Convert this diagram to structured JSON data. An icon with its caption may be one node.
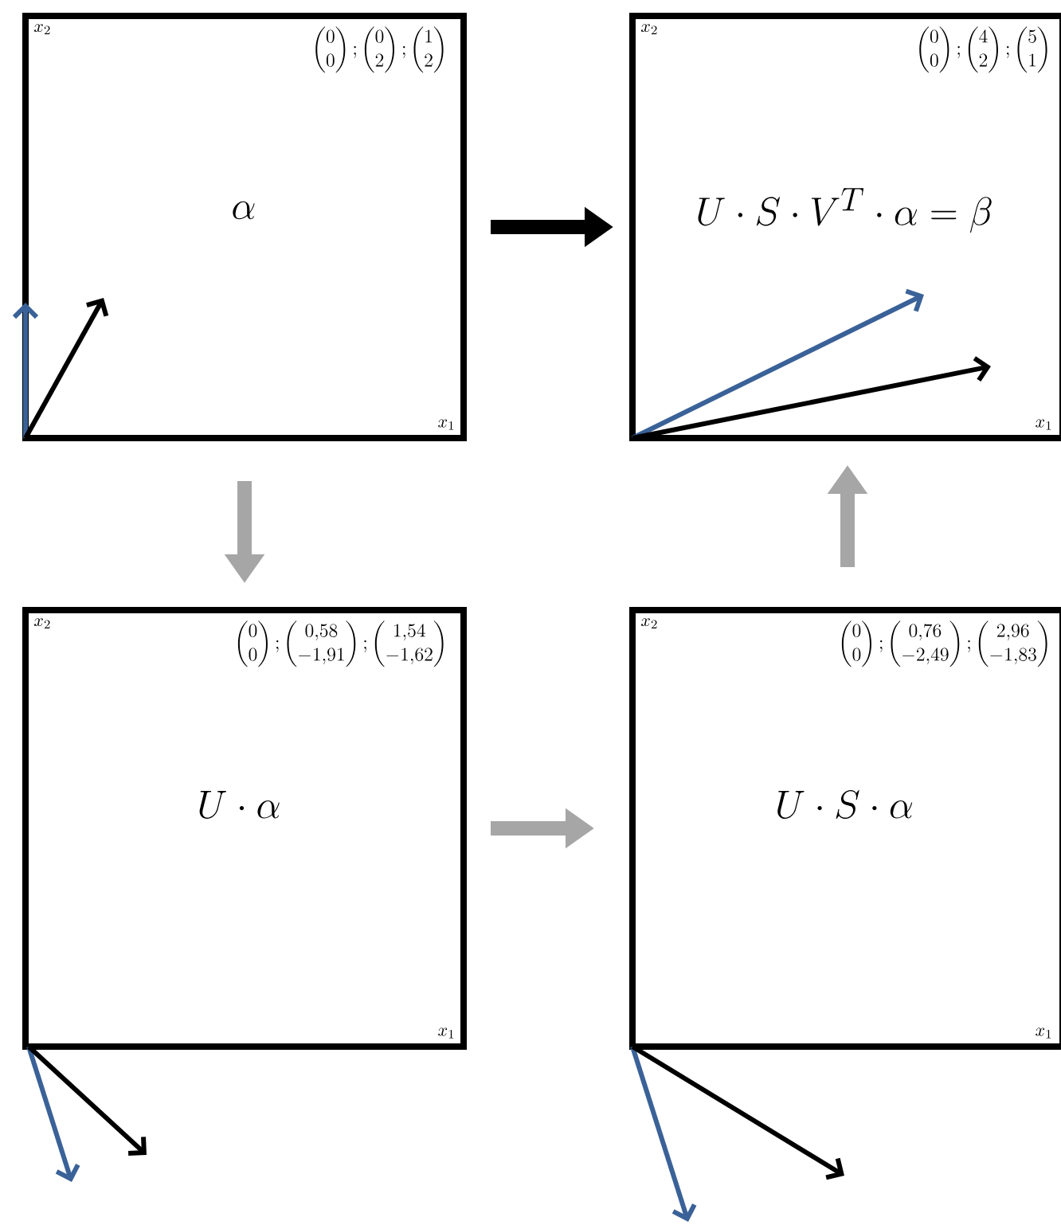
{
  "diagram": {
    "nodes": [
      {
        "text": [
          "x_2",
          "\\begin{pmatrix}0\\\\0\\end{pmatrix};\\begin{pmatrix}0\\\\2\\end{pmatrix};\\begin{pmatrix}1\\\\2\\end{pmatrix}",
          "\\alpha",
          "x_1"
        ]
      },
      {
        "text": [
          "x_2",
          "\\begin{pmatrix}0\\\\0\\end{pmatrix};\\begin{pmatrix}4\\\\2\\end{pmatrix};\\begin{pmatrix}5\\\\1\\end{pmatrix}",
          "U\\cdot S\\cdot V^T\\cdot\\alpha=\\beta",
          "x_1"
        ]
      },
      {
        "text": [
          "x_2",
          "\\begin{pmatrix}0\\\\0\\end{pmatrix};\\begin{pmatrix}0{,}58\\\\-1{,}91\\end{pmatrix};\\begin{pmatrix}1{,}54\\\\-1{,}62\\end{pmatrix}",
          "U\\cdot\\alpha",
          "x_1"
        ]
      },
      {
        "text": [
          "x_2",
          "\\begin{pmatrix}0\\\\0\\end{pmatrix};\\begin{pmatrix}0{,}76\\\\-2{,}49\\end{pmatrix};\\begin{pmatrix}2{,}96\\\\-1{,}83\\end{pmatrix}",
          "U\\cdot S\\cdot\\alpha",
          "x_1"
        ]
      }
    ],
    "edges": [
      {
        "from": 0,
        "to": 1,
        "arrow": "to",
        "color": "#000000"
      },
      {
        "from": 0,
        "to": 2,
        "arrow": "to"
      },
      {
        "from": 2,
        "to": 3,
        "arrow": "to"
      },
      {
        "from": 3,
        "to": 1,
        "arrow": "to"
      }
    ]
  }
}
